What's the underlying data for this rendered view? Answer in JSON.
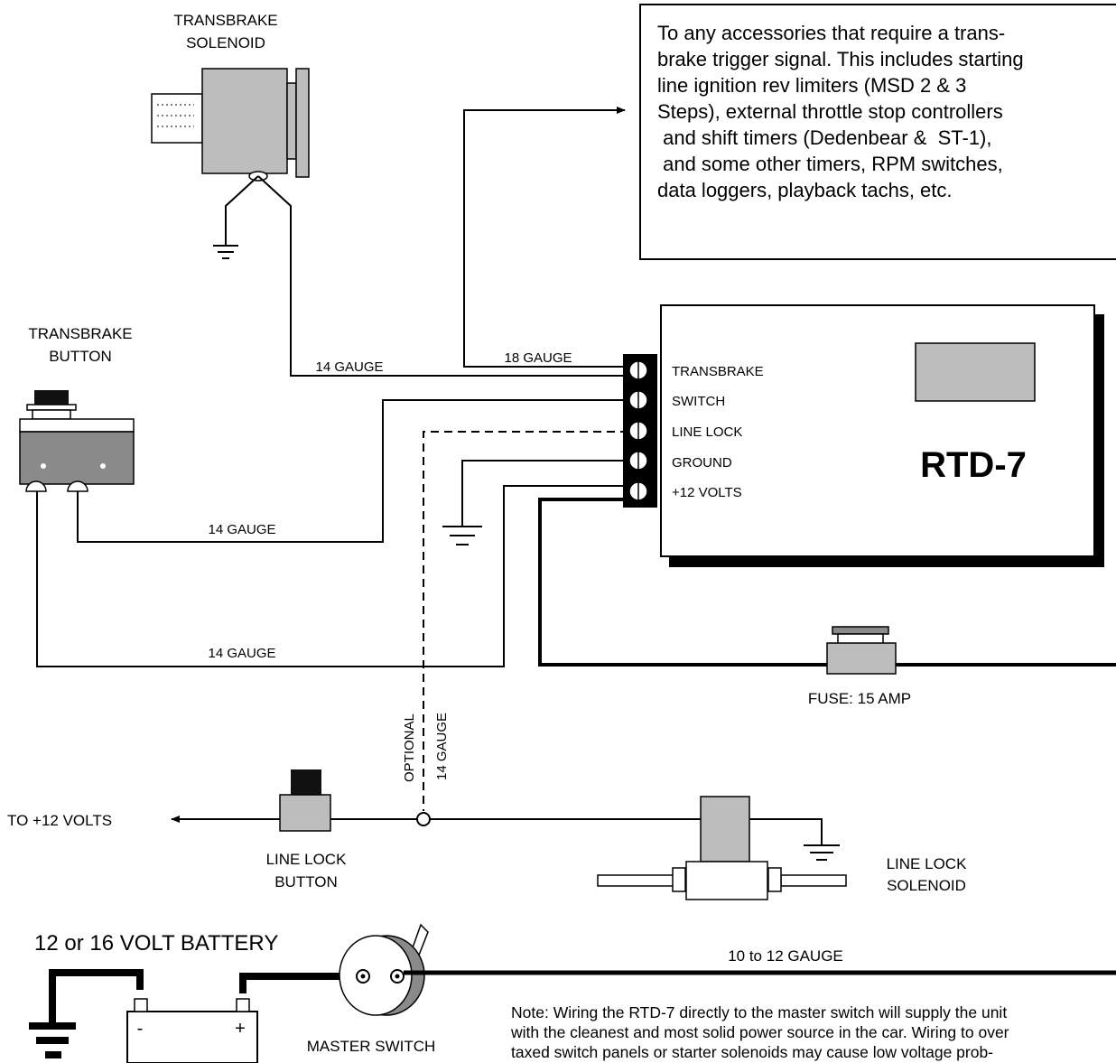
{
  "accessories_note": {
    "lines": [
      "To any accessories that require a trans-",
      "brake trigger signal. This includes starting",
      "line ignition rev limiters (MSD 2 & 3",
      "Steps), external throttle stop controllers",
      " and shift timers (Dedenbear &  ST-1),",
      " and some other timers, RPM switches,",
      "data loggers, playback tachs, etc."
    ]
  },
  "module": {
    "name": "RTD-7",
    "terminals": [
      "TRANSBRAKE",
      "SWITCH",
      "LINE LOCK",
      "GROUND",
      "+12 VOLTS"
    ]
  },
  "components": {
    "transbrake_solenoid": [
      "TRANSBRAKE",
      "SOLENOID"
    ],
    "transbrake_button": [
      "TRANSBRAKE",
      "BUTTON"
    ],
    "fuse": "FUSE: 15 AMP",
    "to_12v": "TO +12 VOLTS",
    "line_lock_button": [
      "LINE LOCK",
      "BUTTON"
    ],
    "line_lock_solenoid": [
      "LINE LOCK",
      "SOLENOID"
    ],
    "battery": "12 or 16 VOLT BATTERY",
    "battery_minus": "-",
    "battery_plus": "+",
    "master_switch": "MASTER SWITCH"
  },
  "wire_labels": {
    "solenoid_wire": "14 GAUGE",
    "trigger_wire": "18 GAUGE",
    "button_switch_wire": "14 GAUGE",
    "button_power_wire": "14 GAUGE",
    "optional": "OPTIONAL",
    "optional_gauge": "14 GAUGE",
    "main_power": "10 to 12 GAUGE"
  },
  "footnote": {
    "lines": [
      "Note: Wiring the RTD-7 directly to the master switch will supply the unit",
      "with the cleanest and most solid power source in the car. Wiring to over",
      "taxed switch panels or starter solenoids may cause low voltage prob-"
    ]
  }
}
